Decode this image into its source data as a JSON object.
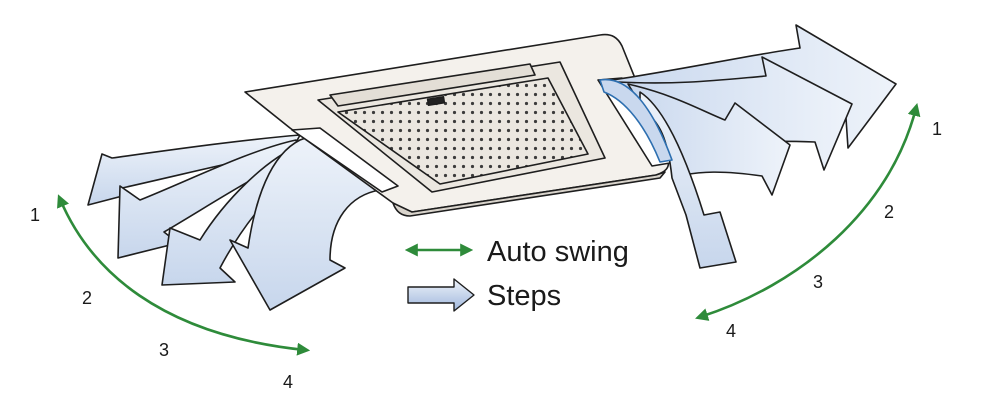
{
  "colors": {
    "swing_arrow": "#2e8b3a",
    "airflow_fill": "#dfe8f5",
    "airflow_shade": "#b9cbe6",
    "outline": "#1e1e1e",
    "panel_fill": "#f4f1ec",
    "panel_shade": "#d9d4cc"
  },
  "legend": {
    "auto_swing_label": "Auto swing",
    "steps_label": "Steps",
    "auto_swing_icon": "double-headed-green-arrow",
    "steps_icon": "blue-block-arrow"
  },
  "left_positions": [
    "1",
    "2",
    "3",
    "4"
  ],
  "right_positions": [
    "1",
    "2",
    "3",
    "4"
  ]
}
